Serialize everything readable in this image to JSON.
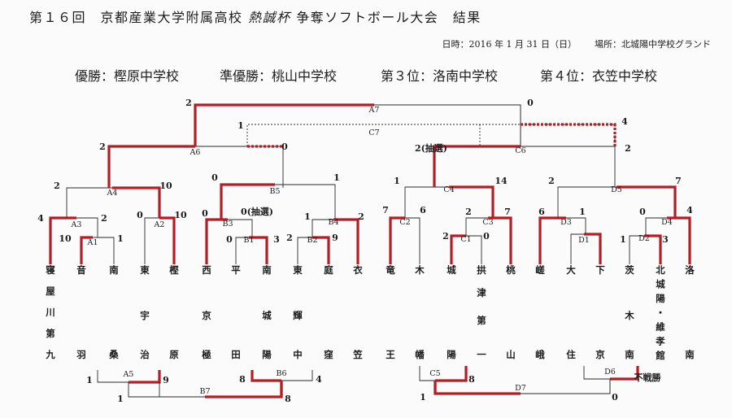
{
  "title": {
    "prefix": "第１６回　京都産業大学附属高校",
    "cup": "熱誠杯",
    "suffix": "争奪ソフトボール大会　結果"
  },
  "meta": {
    "date": "日時：2016 年 1 月 31 日（日）",
    "venue": "場所：北城陽中学校グランド"
  },
  "results": {
    "first": "優勝：樫原中学校",
    "second": "準優勝：桃山中学校",
    "third": "第３位：洛南中学校",
    "fourth": "第４位：衣笠中学校"
  },
  "teams": [
    {
      "lines": [
        "寝",
        "屋",
        "川",
        "第",
        "九"
      ]
    },
    {
      "lines": [
        "音",
        "羽"
      ]
    },
    {
      "lines": [
        "南",
        "桑"
      ]
    },
    {
      "lines": [
        "東",
        "宇",
        "治"
      ]
    },
    {
      "lines": [
        "樫",
        "原"
      ]
    },
    {
      "lines": [
        "西",
        "京",
        "極"
      ]
    },
    {
      "lines": [
        "平",
        "田"
      ]
    },
    {
      "lines": [
        "南",
        "城",
        "陽"
      ]
    },
    {
      "lines": [
        "東",
        "輝",
        "中"
      ]
    },
    {
      "lines": [
        "庭",
        "窪"
      ]
    },
    {
      "lines": [
        "衣",
        "笠"
      ]
    },
    {
      "lines": [
        "竜",
        "王"
      ]
    },
    {
      "lines": [
        "木",
        "幡"
      ]
    },
    {
      "lines": [
        "城",
        "陽"
      ]
    },
    {
      "lines": [
        "拱",
        "津",
        "第",
        "一"
      ]
    },
    {
      "lines": [
        "桃",
        "山"
      ]
    },
    {
      "lines": [
        "嵯",
        "峨"
      ]
    },
    {
      "lines": [
        "大",
        "住"
      ]
    },
    {
      "lines": [
        "下",
        "京"
      ]
    },
    {
      "lines": [
        "茨",
        "木",
        "南"
      ]
    },
    {
      "lines": [
        "北",
        "城",
        "陽",
        "・",
        "維",
        "孝",
        "館"
      ]
    },
    {
      "lines": [
        "洛",
        "南"
      ]
    }
  ],
  "matches": [
    {
      "id": "A1",
      "scores": [
        "10",
        "1"
      ]
    },
    {
      "id": "A2",
      "scores": [
        "0",
        "10"
      ]
    },
    {
      "id": "A3",
      "scores": [
        "4",
        "2"
      ]
    },
    {
      "id": "A4",
      "scores": [
        "2",
        "10"
      ]
    },
    {
      "id": "A5",
      "scores": [
        "1",
        "9"
      ]
    },
    {
      "id": "A6",
      "scores": [
        "2",
        "0"
      ]
    },
    {
      "id": "A7",
      "scores": [
        "2",
        "0"
      ]
    },
    {
      "id": "B1",
      "scores": [
        "0",
        "3"
      ]
    },
    {
      "id": "B2",
      "scores": [
        "2",
        "9"
      ]
    },
    {
      "id": "B3",
      "scores": [
        "0",
        "0(抽選)"
      ]
    },
    {
      "id": "B4",
      "scores": [
        "1",
        "2"
      ]
    },
    {
      "id": "B5",
      "scores": [
        "0",
        "1"
      ]
    },
    {
      "id": "B6",
      "scores": [
        "8",
        "4"
      ]
    },
    {
      "id": "B7",
      "scores": [
        "1",
        "8"
      ]
    },
    {
      "id": "C1",
      "scores": [
        "2",
        "0"
      ]
    },
    {
      "id": "C2",
      "scores": [
        "7",
        "6"
      ]
    },
    {
      "id": "C3",
      "scores": [
        "2",
        "7"
      ]
    },
    {
      "id": "C4",
      "scores": [
        "1",
        "14"
      ]
    },
    {
      "id": "C5",
      "scores": [
        "",
        "8"
      ]
    },
    {
      "id": "C6",
      "scores": [
        "2(抽選)",
        "2"
      ]
    },
    {
      "id": "C7",
      "scores": [
        "1",
        "4"
      ]
    },
    {
      "id": "D1",
      "scores": [
        "",
        ""
      ]
    },
    {
      "id": "D2",
      "scores": [
        "1",
        "3"
      ]
    },
    {
      "id": "D3",
      "scores": [
        "6",
        "1"
      ]
    },
    {
      "id": "D4",
      "scores": [
        "0",
        "4"
      ]
    },
    {
      "id": "D5",
      "scores": [
        "2",
        "7"
      ]
    },
    {
      "id": "D6",
      "scores": [
        "",
        "不戦勝"
      ]
    },
    {
      "id": "D7",
      "scores": [
        "1",
        "0"
      ]
    }
  ],
  "colors": {
    "winner_line": "#b21e24",
    "line": "#2a2a2a"
  }
}
